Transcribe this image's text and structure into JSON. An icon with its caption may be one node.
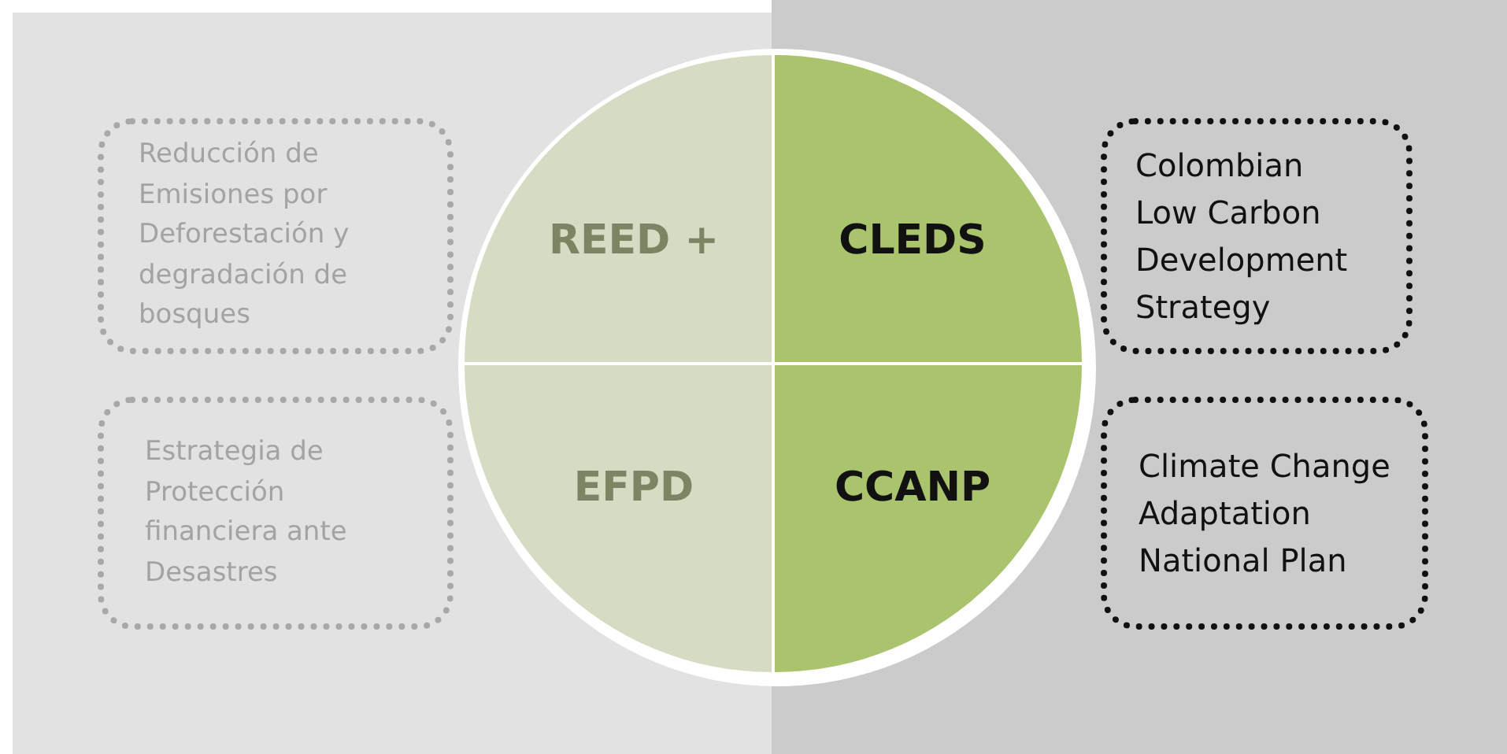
{
  "diagram": {
    "nodes": [
      {
        "text": [
          "Reducción de Emisiones por Deforestación y degradación de bosques"
        ]
      },
      {
        "text": [
          "REED +"
        ]
      },
      {
        "text": [
          "CLEDS"
        ]
      },
      {
        "text": [
          "Colombian Low Carbon Development Strategy"
        ]
      },
      {
        "text": [
          "Estrategia de Protección financiera ante Desastres"
        ]
      },
      {
        "text": [
          "EFPD"
        ]
      },
      {
        "text": [
          "CCANP"
        ]
      },
      {
        "text": [
          "Climate Change Adaptation National Plan"
        ]
      }
    ]
  }
}
